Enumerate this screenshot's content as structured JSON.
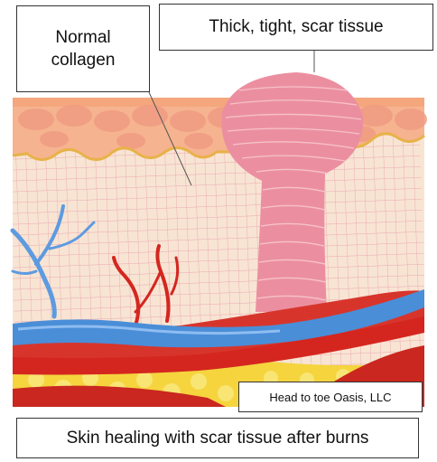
{
  "labels": {
    "normal_collagen": "Normal collagen",
    "scar_tissue": "Thick, tight, scar tissue",
    "credit": "Head to toe Oasis, LLC",
    "caption": "Skin healing with scar tissue after burns"
  },
  "colors": {
    "epidermis": "#f6b38f",
    "epidermis_cells": "#ef9c84",
    "dermis": "#f8e4d3",
    "collagen_grid": "#eaa7b0",
    "scar": "#eb8fa0",
    "scar_lines": "#f8c8cf",
    "fat": "#f5d43e",
    "muscle": "#d7352c",
    "vein": "#4a8ed8",
    "artery": "#d4261f"
  }
}
